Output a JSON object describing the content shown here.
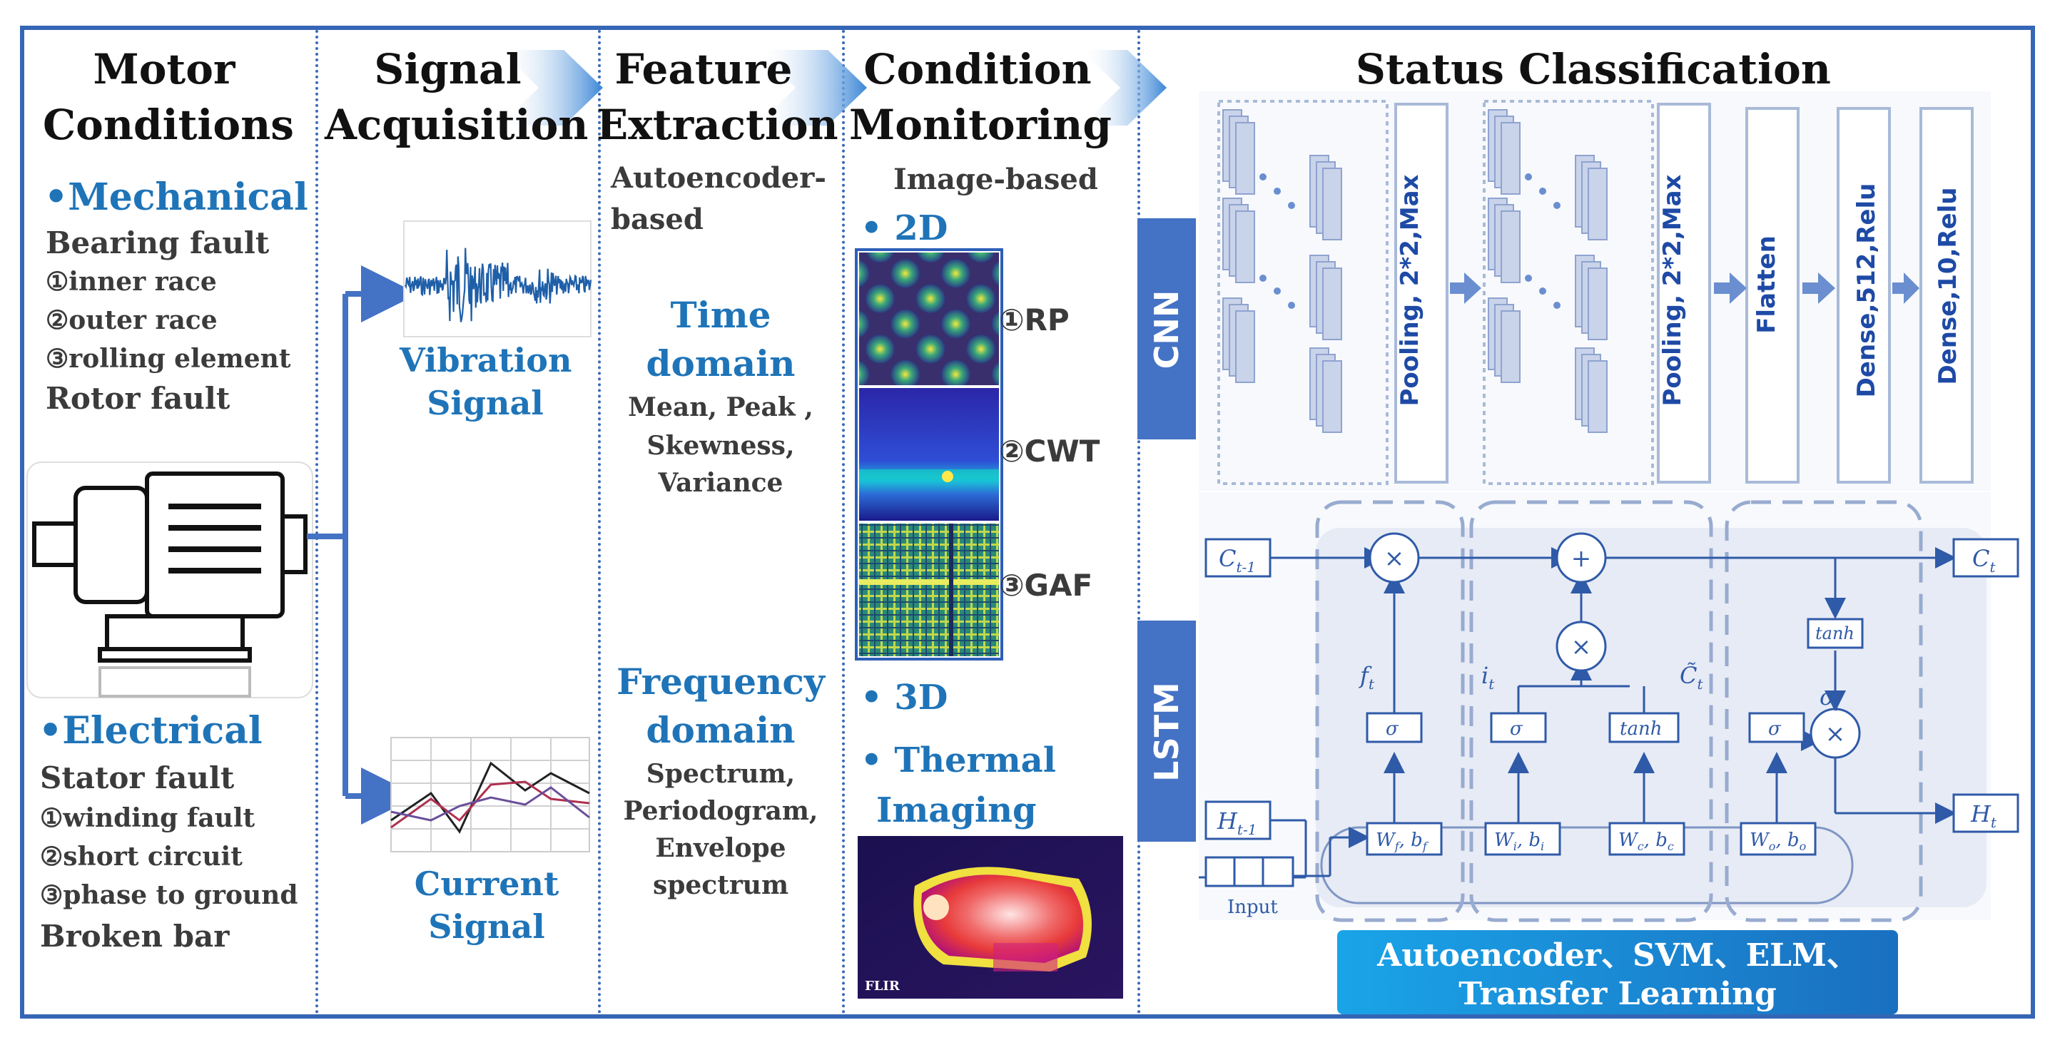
{
  "columns": {
    "motor": {
      "title": "Motor Conditions"
    },
    "signal": {
      "title": "Signal Acquisition"
    },
    "feature": {
      "title": "Feature Extraction"
    },
    "monitor": {
      "title": "Condition Monitoring"
    },
    "status": {
      "title": "Status Classification"
    }
  },
  "motor": {
    "mechanical": {
      "heading": "•Mechanical",
      "bearing": "Bearing fault",
      "items": [
        "①inner race",
        "②outer race",
        "③rolling element"
      ],
      "rotor": "Rotor fault"
    },
    "electrical": {
      "heading": "•Electrical",
      "stator": "Stator fault",
      "items": [
        "①winding fault",
        "②short circuit",
        "③phase to ground"
      ],
      "broken": "Broken bar"
    }
  },
  "signal": {
    "vibration": [
      "Vibration",
      "Signal"
    ],
    "current": [
      "Current",
      "Signal"
    ]
  },
  "feature": {
    "autoencoder": [
      "Autoencoder-",
      "based"
    ],
    "time": {
      "title": [
        "Time",
        "domain"
      ],
      "items": [
        "Mean, Peak ,",
        "Skewness,",
        "Variance"
      ]
    },
    "frequency": {
      "title": [
        "Frequency",
        "domain"
      ],
      "items": [
        "Spectrum,",
        "Periodogram,",
        "Envelope",
        "spectrum"
      ]
    }
  },
  "monitor": {
    "image_based": "Image-based",
    "d2": "• 2D",
    "labels": [
      "①RP",
      "②CWT",
      "③GAF"
    ],
    "d3": "• 3D",
    "thermal": [
      "• Thermal",
      "Imaging"
    ],
    "flir": "FLIR"
  },
  "status": {
    "cnn_label": "CNN",
    "lstm_label": "LSTM",
    "cnn_layers": [
      "Pooling, 2*2,Max",
      "Pooling, 2*2,Max",
      "Flatten",
      "Dense,512,Relu",
      "Dense,10,Relu"
    ],
    "lstm": {
      "c_in": "C",
      "c_in_sub": "t-1",
      "c_out": "C",
      "c_out_sub": "t",
      "h_in": "H",
      "h_in_sub": "t-1",
      "h_out": "H",
      "h_out_sub": "t",
      "input": "Input",
      "mul": "×",
      "add": "+",
      "sigma": "σ",
      "tanh": "tanh",
      "ft": "f",
      "ft_sub": "t",
      "it": "i",
      "it_sub": "t",
      "ct": "C̃",
      "ct_sub": "t",
      "ot": "o",
      "ot_sub": "t",
      "wf": "W",
      "wf_sub": "f",
      "bf": ", b",
      "bf_sub": "f",
      "wi": "W",
      "wi_sub": "i",
      "bi": ", b",
      "bi_sub": "i",
      "wc": "W",
      "wc_sub": "c",
      "bc": ", b",
      "bc_sub": "c",
      "wo": "W",
      "wo_sub": "o",
      "bo": ", b",
      "bo_sub": "o"
    },
    "methods": [
      "Autoencoder、SVM、ELM、",
      "Transfer Learning"
    ]
  }
}
